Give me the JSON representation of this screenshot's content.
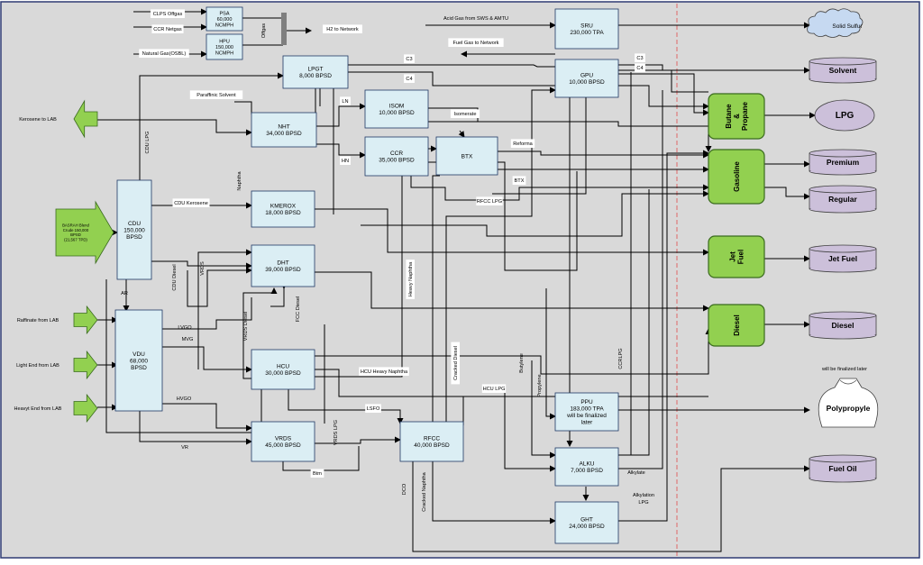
{
  "units": [
    {
      "id": "psa",
      "lines": [
        "PSA",
        "60,000",
        "NCMPH"
      ]
    },
    {
      "id": "hpu",
      "lines": [
        "HPU",
        "150,000",
        "NCMPH"
      ]
    },
    {
      "id": "lpgt",
      "lines": [
        "LPGT",
        "8,000 BPSD"
      ]
    },
    {
      "id": "nht",
      "lines": [
        "NHT",
        "34,000 BPSD"
      ]
    },
    {
      "id": "isom",
      "lines": [
        "ISOM",
        "10,000 BPSD"
      ]
    },
    {
      "id": "ccr",
      "lines": [
        "CCR",
        "35,000 BPSD"
      ]
    },
    {
      "id": "btx",
      "lines": [
        "BTX"
      ]
    },
    {
      "id": "kmerox",
      "lines": [
        "KMEROX",
        "18,000 BPSD"
      ]
    },
    {
      "id": "dht",
      "lines": [
        "DHT",
        "39,000 BPSD"
      ]
    },
    {
      "id": "cdu",
      "lines": [
        "CDU",
        "150,000",
        "BPSD"
      ]
    },
    {
      "id": "vdu",
      "lines": [
        "VDU",
        "68,000",
        "BPSD"
      ]
    },
    {
      "id": "hcu",
      "lines": [
        "HCU",
        "30,000 BPSD"
      ]
    },
    {
      "id": "vrds",
      "lines": [
        "VRDS",
        "45,000 BPSD"
      ]
    },
    {
      "id": "rfcc",
      "lines": [
        "RFCC",
        "40,000 BPSD"
      ]
    },
    {
      "id": "sru",
      "lines": [
        "SRU",
        "230,000 TPA"
      ]
    },
    {
      "id": "gpu",
      "lines": [
        "GPU",
        "10,000 BPSD"
      ]
    },
    {
      "id": "ppu",
      "lines": [
        "PPU",
        "183,000 TPA",
        "will be finalized",
        "later"
      ]
    },
    {
      "id": "alku",
      "lines": [
        "ALKU",
        "7,000 BPSD"
      ]
    },
    {
      "id": "ght",
      "lines": [
        "GHT",
        "24,000 BPSD"
      ]
    }
  ],
  "pools": [
    {
      "id": "butane-propane",
      "label": "Butane & Propane"
    },
    {
      "id": "gasoline",
      "label": "Gasoline"
    },
    {
      "id": "jet-fuel",
      "label": "Jet Fuel"
    },
    {
      "id": "diesel",
      "label": "Diesel"
    }
  ],
  "products": [
    {
      "id": "solvent",
      "label": "Solvent"
    },
    {
      "id": "lpg",
      "label": "LPG"
    },
    {
      "id": "premium",
      "label": "Premium"
    },
    {
      "id": "regular",
      "label": "Regular"
    },
    {
      "id": "jet-fuel-product",
      "label": "Jet Fuel"
    },
    {
      "id": "diesel-product",
      "label": "Diesel"
    },
    {
      "id": "fuel-oil",
      "label": "Fuel Oil"
    },
    {
      "id": "solid-sulfur",
      "label": "Solid Sulfur"
    },
    {
      "id": "polypropylene",
      "label": "Polypropyle"
    }
  ],
  "inputs": [
    {
      "id": "kerosene-to-lab",
      "label": "Kerosene to LAB"
    },
    {
      "id": "raffinate",
      "label": "Raffinate from LAB"
    },
    {
      "id": "light-end",
      "label": "Light End from LAB"
    },
    {
      "id": "heavy-end",
      "label": "Heavyt End from LAB"
    },
    {
      "id": "crude",
      "lines": [
        "BASRAH Blend",
        "Crude 150,000",
        "BPSD",
        "(21,567 TPD)"
      ]
    }
  ],
  "streams": [
    {
      "id": "clps-offgas",
      "text": "CLPS Offgas"
    },
    {
      "id": "ccr-netgas",
      "text": "CCR Netgas"
    },
    {
      "id": "natural-gas",
      "text": "Natural Gas(OSBL)"
    },
    {
      "id": "offgas",
      "text": "Offgas"
    },
    {
      "id": "h2-network",
      "text": "H2 to Network"
    },
    {
      "id": "acid-gas",
      "text": "Acid Gas from SWS & AMTU"
    },
    {
      "id": "fuel-gas",
      "text": "Fuel Gas to Network"
    },
    {
      "id": "c3-top",
      "text": "C3"
    },
    {
      "id": "c4-top",
      "text": "C4"
    },
    {
      "id": "c3-gpu",
      "text": "C3"
    },
    {
      "id": "c4-gpu",
      "text": "C4"
    },
    {
      "id": "paraffinic",
      "text": "Paraffinic Solvent"
    },
    {
      "id": "ln",
      "text": "LN"
    },
    {
      "id": "hn",
      "text": "HN"
    },
    {
      "id": "isomerate",
      "text": "Isomerate"
    },
    {
      "id": "reformate",
      "text": "Reforma"
    },
    {
      "id": "btx-stream",
      "text": "BTX"
    },
    {
      "id": "rfcc-lpg",
      "text": "RFCC LPG"
    },
    {
      "id": "cdu-kerosene",
      "text": "CDU Kerosene"
    },
    {
      "id": "cdu-lpg",
      "text": "CDU LPG"
    },
    {
      "id": "naphtha",
      "text": "Naphtha"
    },
    {
      "id": "vrds-label",
      "text": "VRDS"
    },
    {
      "id": "cdu-diesel",
      "text": "CDU Diesel"
    },
    {
      "id": "heavy-naphtha",
      "text": "Heavy Naphtha"
    },
    {
      "id": "fcc-diesel",
      "text": "FCC Diesel"
    },
    {
      "id": "vrds-diesel",
      "text": "VRDS Diesel"
    },
    {
      "id": "ar",
      "text": "AR"
    },
    {
      "id": "lvgo",
      "text": "LVGO"
    },
    {
      "id": "mvg",
      "text": "MVG"
    },
    {
      "id": "hvgo",
      "text": "HVGO"
    },
    {
      "id": "vr",
      "text": "VR"
    },
    {
      "id": "hcu-heavy-naphtha",
      "text": "HCU Heavy Naphtha"
    },
    {
      "id": "hcu-lpg",
      "text": "HCU LPG"
    },
    {
      "id": "lsfo",
      "text": "LSFO"
    },
    {
      "id": "vrds-lpg",
      "text": "VRDS LPG"
    },
    {
      "id": "btm",
      "text": "Btm"
    },
    {
      "id": "dco",
      "text": "DCO"
    },
    {
      "id": "cracked-naphtha",
      "text": "Cracked Naphtha"
    },
    {
      "id": "cracked-diesel",
      "text": "Cracked Diesel"
    },
    {
      "id": "butylene",
      "text": "Butylene"
    },
    {
      "id": "propylene",
      "text": "Propylene"
    },
    {
      "id": "ccrlpg",
      "text": "CCRLPG"
    },
    {
      "id": "alkylate",
      "text": "Alkylate"
    },
    {
      "id": "alkylation-lpg",
      "text": "Alkylation LPG"
    },
    {
      "id": "finalize-note",
      "text": "will be finalized later"
    }
  ],
  "colors": {
    "background": "#d9d9d9",
    "unit_fill": "#dbeef4",
    "pool_fill": "#92d050",
    "product_fill": "#ccc0da",
    "arrow_fill": "#92d050",
    "cloud_fill": "#c6d9f1",
    "divider": "#e06666"
  }
}
